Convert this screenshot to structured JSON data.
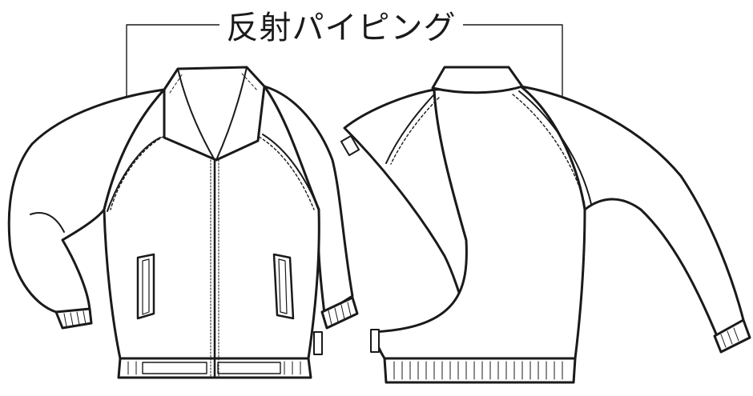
{
  "callout": {
    "label": "反射パイピング"
  },
  "colors": {
    "line": "#1a1a1a",
    "fill": "#ffffff"
  },
  "views": [
    "front-view",
    "back-view"
  ]
}
